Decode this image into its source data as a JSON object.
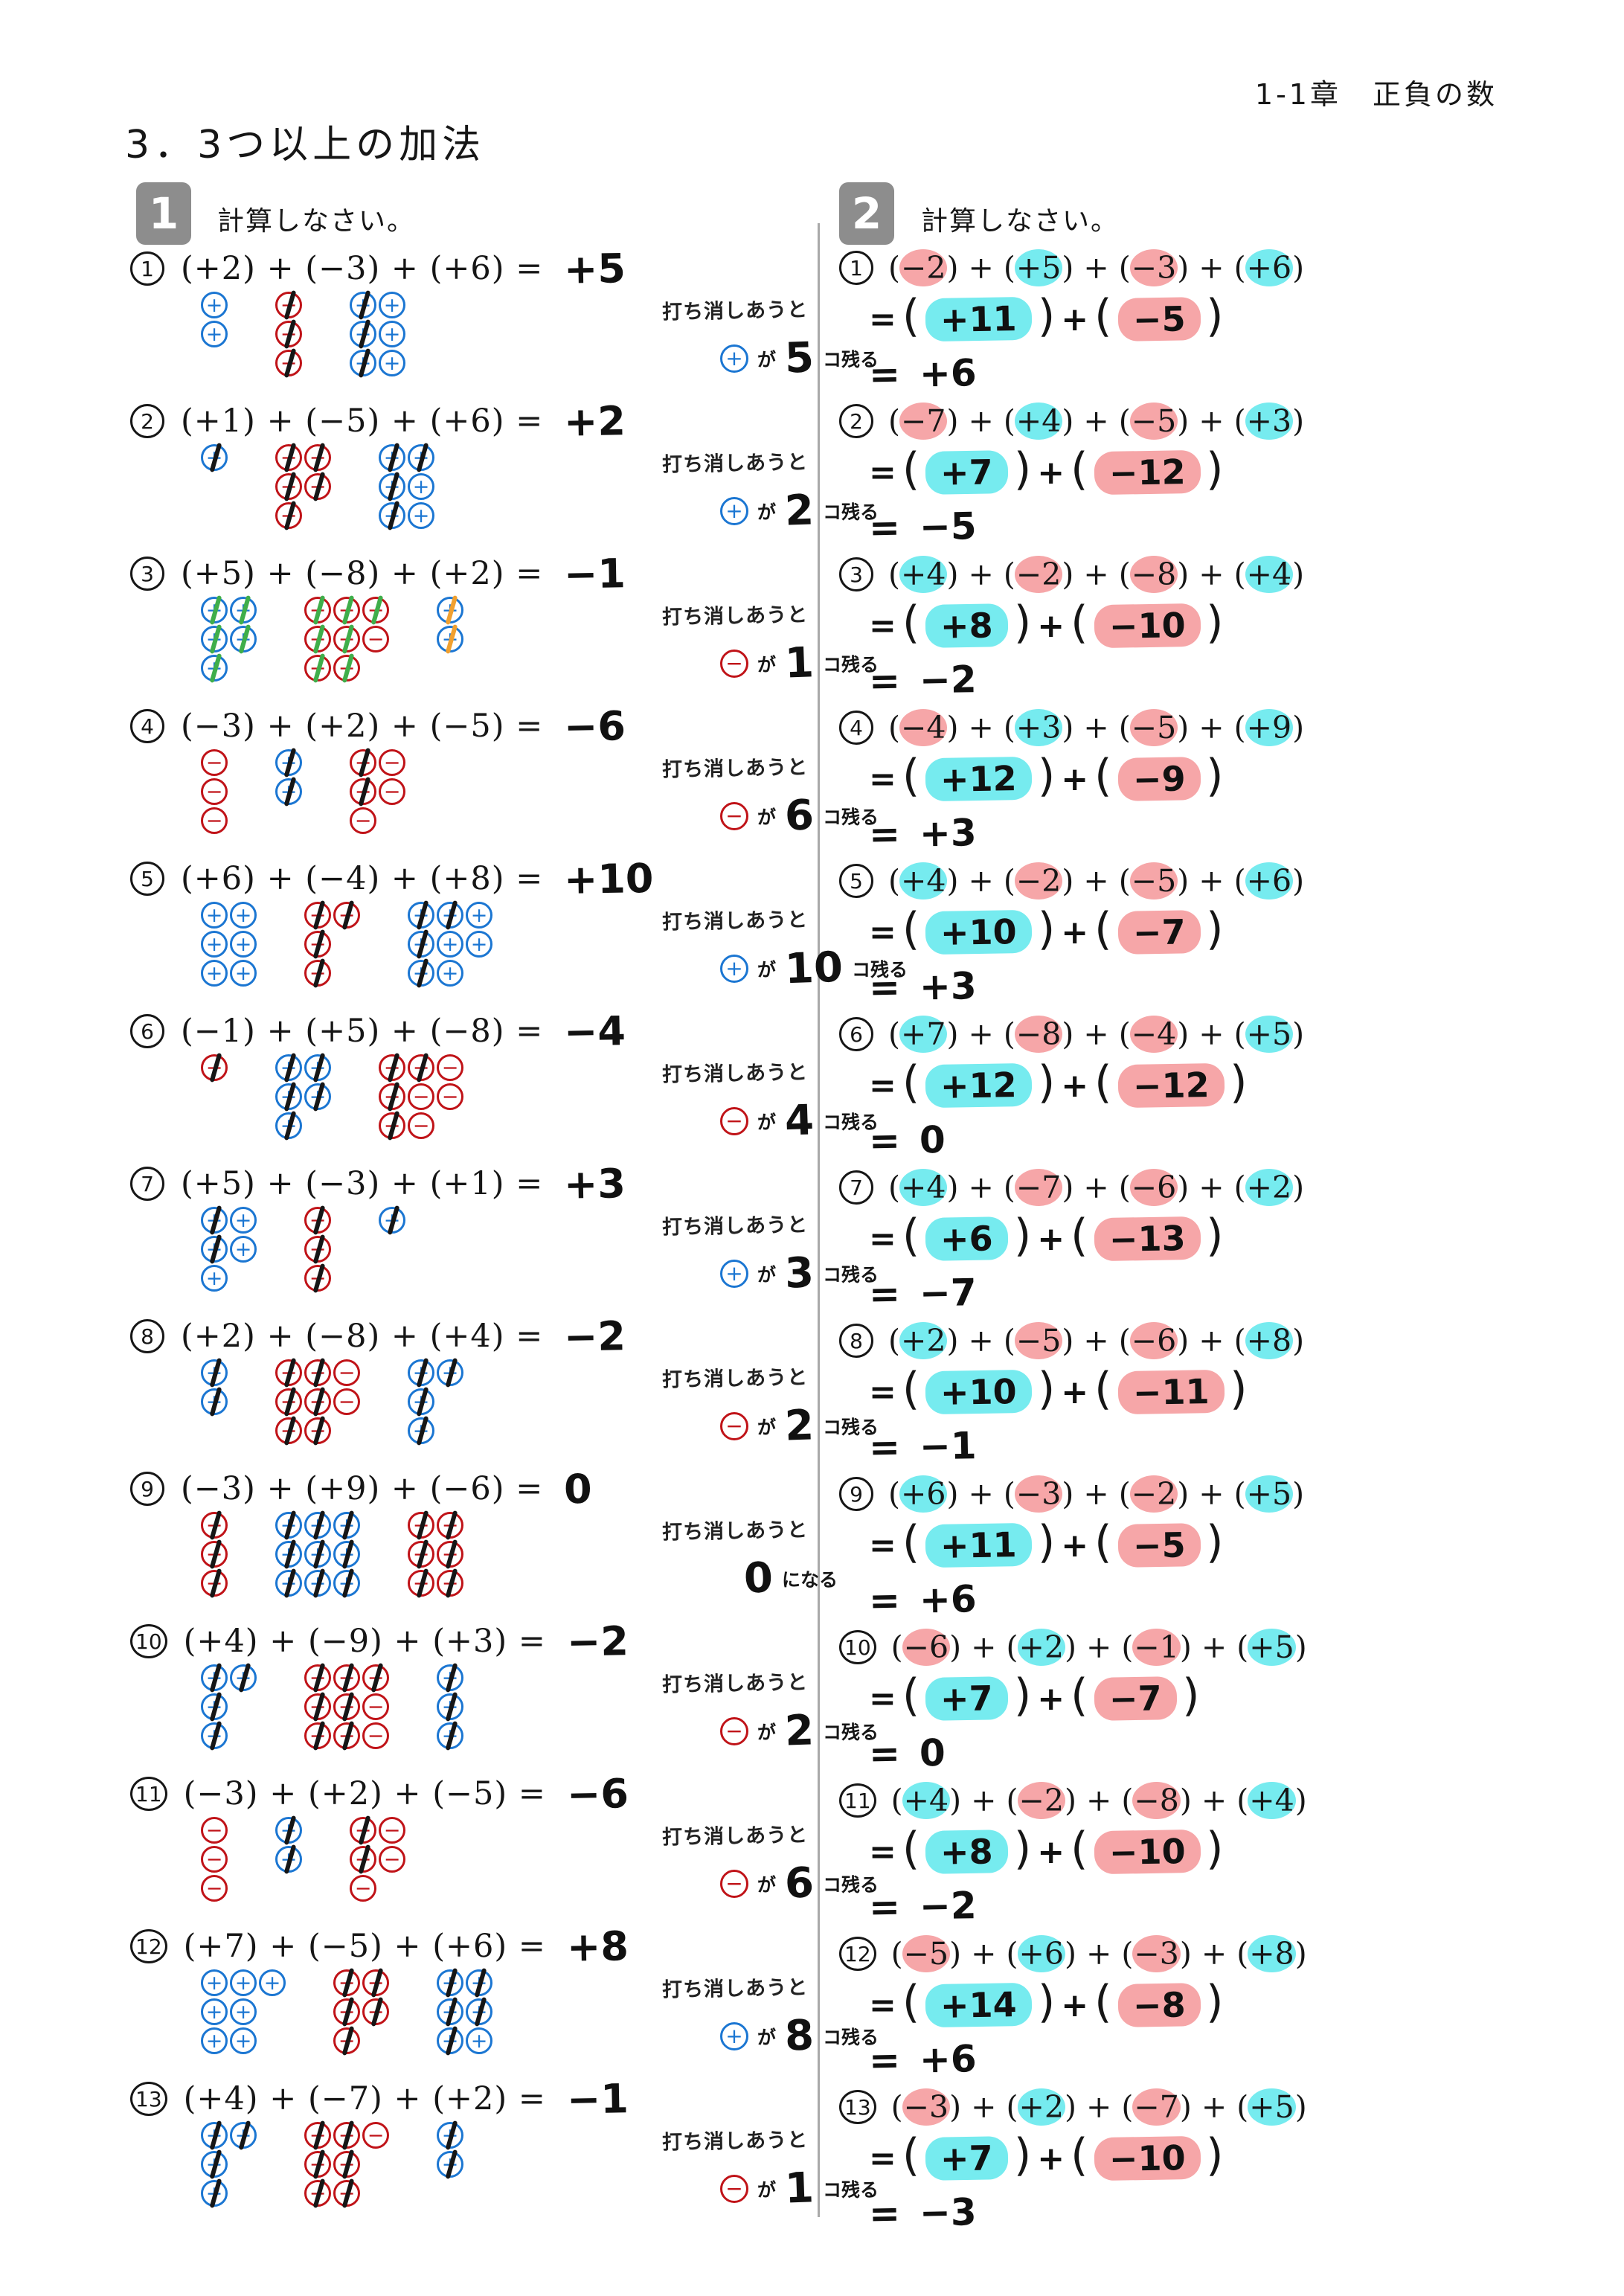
{
  "page": {
    "header": "1-1章　正負の数",
    "title": "3．3つ以上の加法",
    "colors": {
      "blue": "#1b76d2",
      "red": "#c01318",
      "cyan": "#76ebef",
      "pink": "#f6a6a8",
      "badge_gray": "#8d8d8d",
      "strike_black": "#161616",
      "strike_green": "#3fae4a",
      "strike_orange": "#f0a030"
    }
  },
  "section1": {
    "badge": "1",
    "instruction": "計算しなさい。",
    "cancel_text": "打ち消しあうと",
    "ga_text": "が",
    "remain_suffix": "コ残る",
    "zero_suffix": "になる",
    "problems": [
      {
        "number": "1",
        "expression": "(+2) + (−3) + (+6) =",
        "answer": "+5",
        "terms": [
          2,
          -3,
          6
        ],
        "struck": [
          0,
          3,
          3
        ],
        "remain_sign": "+",
        "remain_count": "5"
      },
      {
        "number": "2",
        "expression": "(+1) + (−5) + (+6) =",
        "answer": "+2",
        "terms": [
          1,
          -5,
          6
        ],
        "struck": [
          1,
          5,
          4
        ],
        "remain_sign": "+",
        "remain_count": "2"
      },
      {
        "number": "3",
        "expression": "(+5) + (−8) + (+2) =",
        "answer": "−1",
        "terms": [
          5,
          -8,
          2
        ],
        "struck": [
          5,
          7,
          2
        ],
        "strike_colors": [
          "#3fae4a",
          "#3fae4a",
          "#f0a030"
        ],
        "remain_sign": "−",
        "remain_count": "1"
      },
      {
        "number": "4",
        "expression": "(−3) + (+2) + (−5) =",
        "answer": "−6",
        "terms": [
          -3,
          2,
          -5
        ],
        "struck": [
          0,
          2,
          2
        ],
        "remain_sign": "−",
        "remain_count": "6"
      },
      {
        "number": "5",
        "expression": "(+6) + (−4) + (+8) =",
        "answer": "+10",
        "terms": [
          6,
          -4,
          8
        ],
        "struck": [
          0,
          4,
          4
        ],
        "remain_sign": "+",
        "remain_count": "10"
      },
      {
        "number": "6",
        "expression": "(−1) + (+5) + (−8) =",
        "answer": "−4",
        "terms": [
          -1,
          5,
          -8
        ],
        "struck": [
          1,
          5,
          4
        ],
        "remain_sign": "−",
        "remain_count": "4"
      },
      {
        "number": "7",
        "expression": "(+5) + (−3) + (+1) =",
        "answer": "+3",
        "terms": [
          5,
          -3,
          1
        ],
        "struck": [
          2,
          3,
          1
        ],
        "remain_sign": "+",
        "remain_count": "3"
      },
      {
        "number": "8",
        "expression": "(+2) + (−8) + (+4) =",
        "answer": "−2",
        "terms": [
          2,
          -8,
          4
        ],
        "struck": [
          2,
          6,
          4
        ],
        "remain_sign": "−",
        "remain_count": "2"
      },
      {
        "number": "9",
        "expression": "(−3) + (+9) + (−6) =",
        "answer": "0",
        "terms": [
          -3,
          9,
          -6
        ],
        "struck": [
          3,
          9,
          6
        ],
        "zero": true,
        "zero_value": "0"
      },
      {
        "number": "10",
        "expression": "(+4) + (−9) + (+3) =",
        "answer": "−2",
        "terms": [
          4,
          -9,
          3
        ],
        "struck": [
          4,
          7,
          3
        ],
        "remain_sign": "−",
        "remain_count": "2"
      },
      {
        "number": "11",
        "expression": "(−3) + (+2) + (−5) =",
        "answer": "−6",
        "terms": [
          -3,
          2,
          -5
        ],
        "struck": [
          0,
          2,
          2
        ],
        "remain_sign": "−",
        "remain_count": "6"
      },
      {
        "number": "12",
        "expression": "(+7) + (−5) + (+6) =",
        "answer": "+8",
        "terms": [
          7,
          -5,
          6
        ],
        "struck": [
          0,
          5,
          5
        ],
        "remain_sign": "+",
        "remain_count": "8"
      },
      {
        "number": "13",
        "expression": "(+4) + (−7) + (+2) =",
        "answer": "−1",
        "terms": [
          4,
          -7,
          2
        ],
        "struck": [
          4,
          6,
          2
        ],
        "remain_sign": "−",
        "remain_count": "1"
      }
    ]
  },
  "section2": {
    "badge": "2",
    "instruction": "計算しなさい。",
    "problems": [
      {
        "number": "1",
        "terms": [
          "−2",
          "+5",
          "−3",
          "+6"
        ],
        "step_pos": "+11",
        "step_neg": "−5",
        "answer": "+6"
      },
      {
        "number": "2",
        "terms": [
          "−7",
          "+4",
          "−5",
          "+3"
        ],
        "step_pos": "+7",
        "step_neg": "−12",
        "answer": "−5"
      },
      {
        "number": "3",
        "terms": [
          "+4",
          "−2",
          "−8",
          "+4"
        ],
        "step_pos": "+8",
        "step_neg": "−10",
        "answer": "−2"
      },
      {
        "number": "4",
        "terms": [
          "−4",
          "+3",
          "−5",
          "+9"
        ],
        "step_pos": "+12",
        "step_neg": "−9",
        "answer": "+3"
      },
      {
        "number": "5",
        "terms": [
          "+4",
          "−2",
          "−5",
          "+6"
        ],
        "step_pos": "+10",
        "step_neg": "−7",
        "answer": "+3"
      },
      {
        "number": "6",
        "terms": [
          "+7",
          "−8",
          "−4",
          "+5"
        ],
        "step_pos": "+12",
        "step_neg": "−12",
        "answer": "0"
      },
      {
        "number": "7",
        "terms": [
          "+4",
          "−7",
          "−6",
          "+2"
        ],
        "step_pos": "+6",
        "step_neg": "−13",
        "answer": "−7"
      },
      {
        "number": "8",
        "terms": [
          "+2",
          "−5",
          "−6",
          "+8"
        ],
        "step_pos": "+10",
        "step_neg": "−11",
        "answer": "−1"
      },
      {
        "number": "9",
        "terms": [
          "+6",
          "−3",
          "−2",
          "+5"
        ],
        "step_pos": "+11",
        "step_neg": "−5",
        "answer": "+6"
      },
      {
        "number": "10",
        "terms": [
          "−6",
          "+2",
          "−1",
          "+5"
        ],
        "step_pos": "+7",
        "step_neg": "−7",
        "answer": "0"
      },
      {
        "number": "11",
        "terms": [
          "+4",
          "−2",
          "−8",
          "+4"
        ],
        "step_pos": "+8",
        "step_neg": "−10",
        "answer": "−2"
      },
      {
        "number": "12",
        "terms": [
          "−5",
          "+6",
          "−3",
          "+8"
        ],
        "step_pos": "+14",
        "step_neg": "−8",
        "answer": "+6"
      },
      {
        "number": "13",
        "terms": [
          "−3",
          "+2",
          "−7",
          "+5"
        ],
        "step_pos": "+7",
        "step_neg": "−10",
        "answer": "−3"
      }
    ]
  }
}
